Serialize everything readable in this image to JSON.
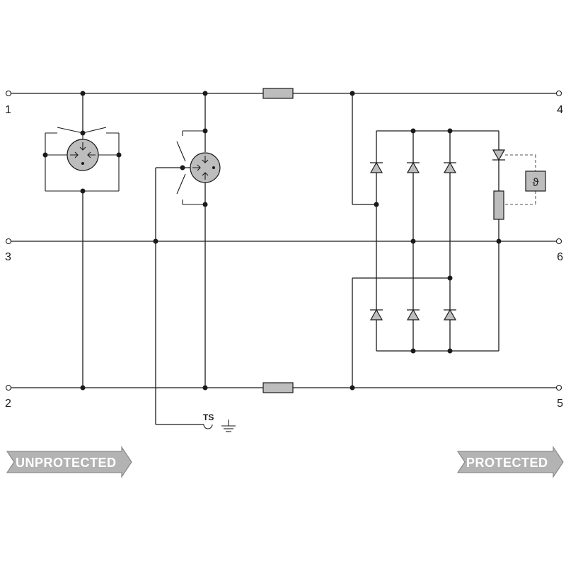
{
  "terminals": {
    "t1": "1",
    "t2": "2",
    "t3": "3",
    "t4": "4",
    "t5": "5",
    "t6": "6"
  },
  "ground_label": "TS",
  "sensor_symbol": "ϑ",
  "arrows": {
    "unprotected": "UNPROTECTED",
    "protected": "PROTECTED"
  },
  "colors": {
    "line": "#1a1a1a",
    "component_fill": "#bdbdbd",
    "arrow_fill": "#b3b3b3"
  }
}
